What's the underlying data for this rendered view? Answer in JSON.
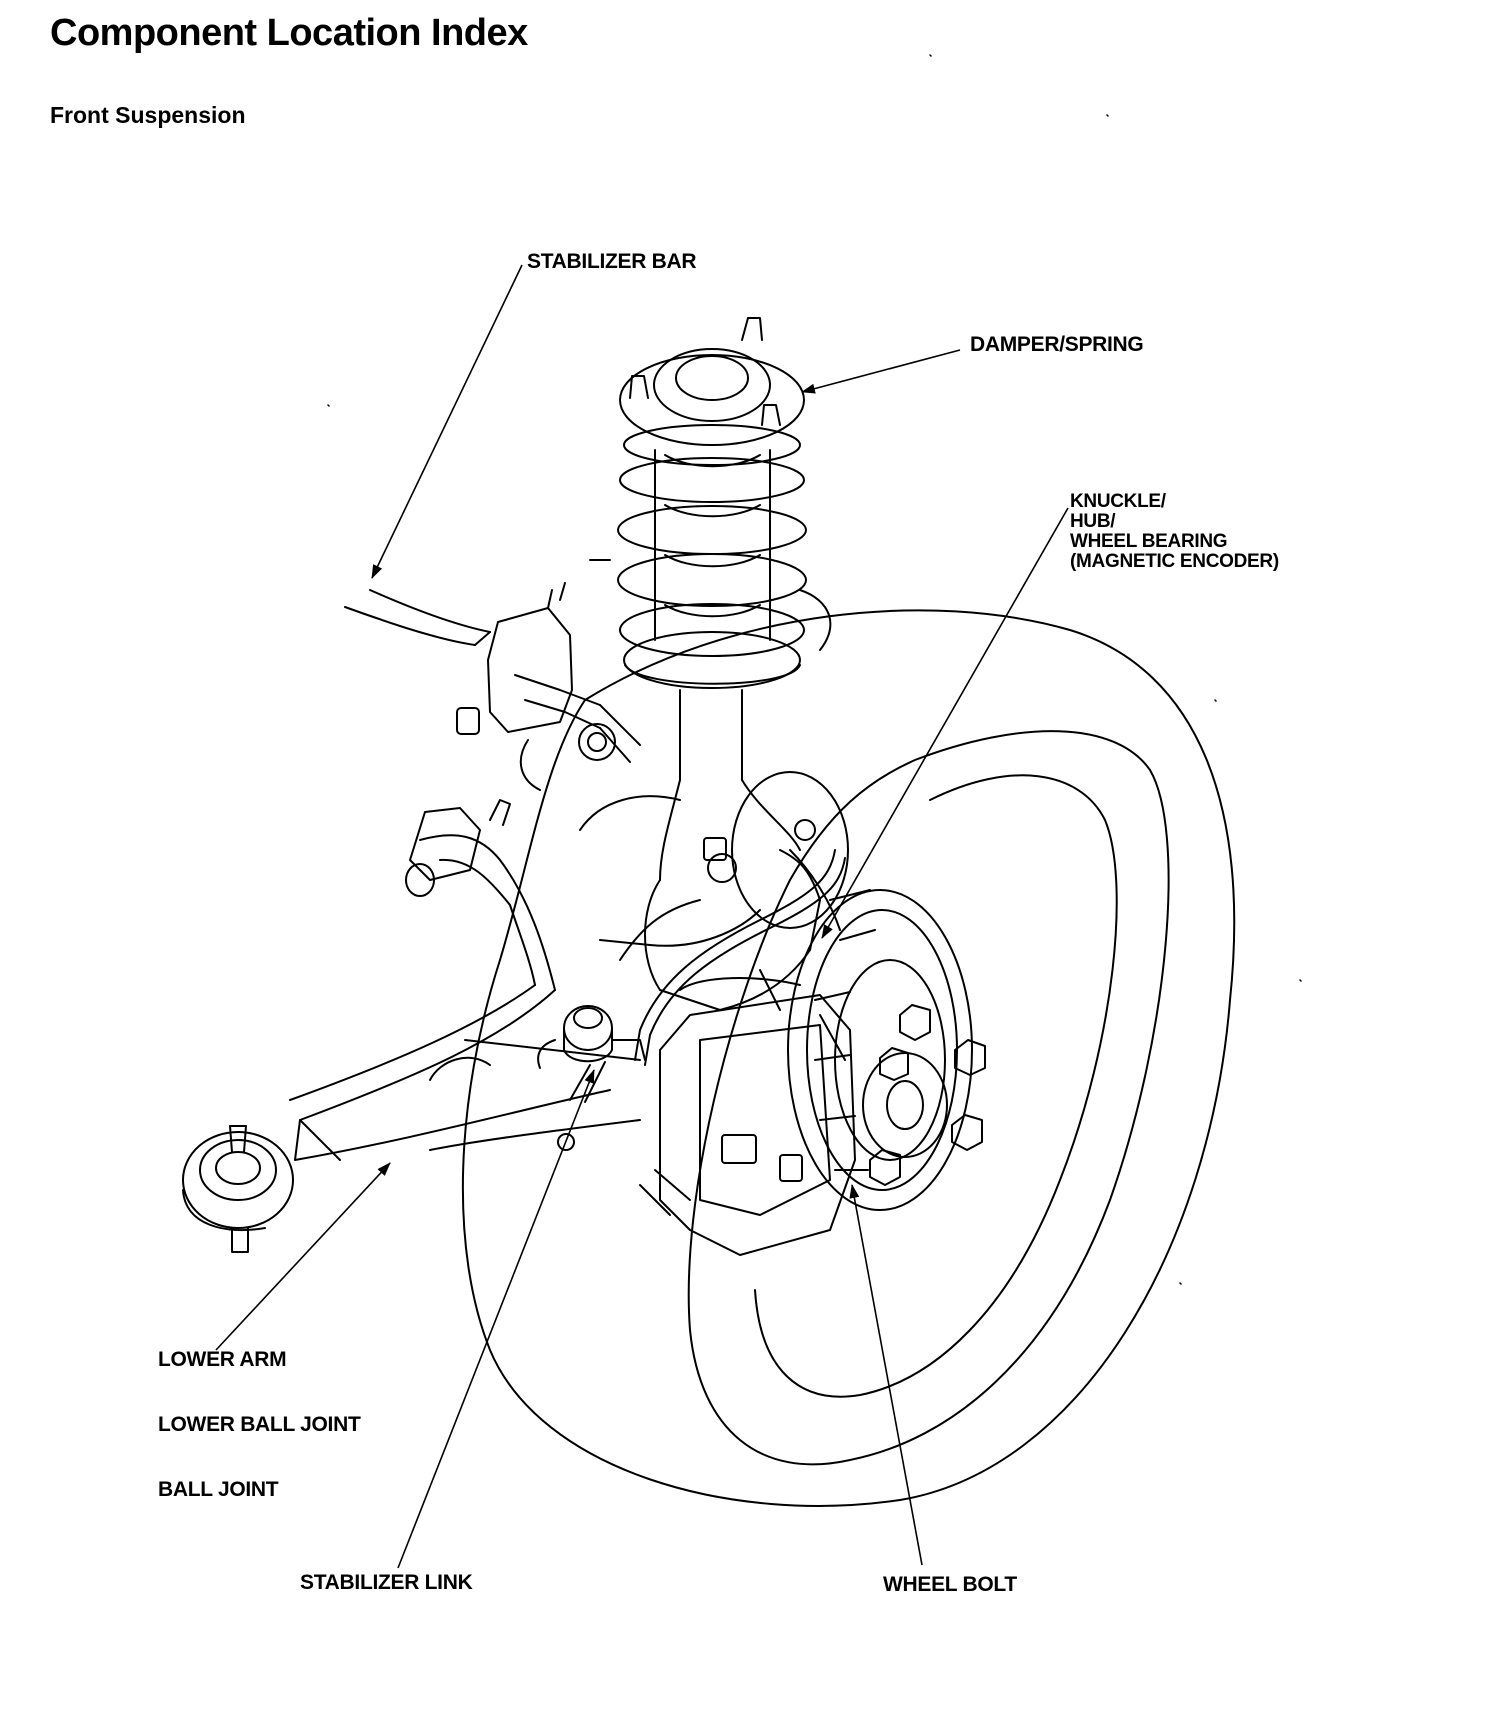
{
  "header": {
    "title": "Component Location Index",
    "section": "Front Suspension"
  },
  "callouts": {
    "stabilizer_bar": "STABILIZER BAR",
    "damper_spring": "DAMPER/SPRING",
    "knuckle_lines": [
      "KNUCKLE/",
      "HUB/",
      "WHEEL BEARING",
      "(MAGNETIC ENCODER)"
    ],
    "lower_arm": "LOWER ARM",
    "lower_ball_joint": "LOWER BALL JOINT",
    "ball_joint": "BALL JOINT",
    "stabilizer_link": "STABILIZER LINK",
    "wheel_bolt": "WHEEL BOLT"
  }
}
